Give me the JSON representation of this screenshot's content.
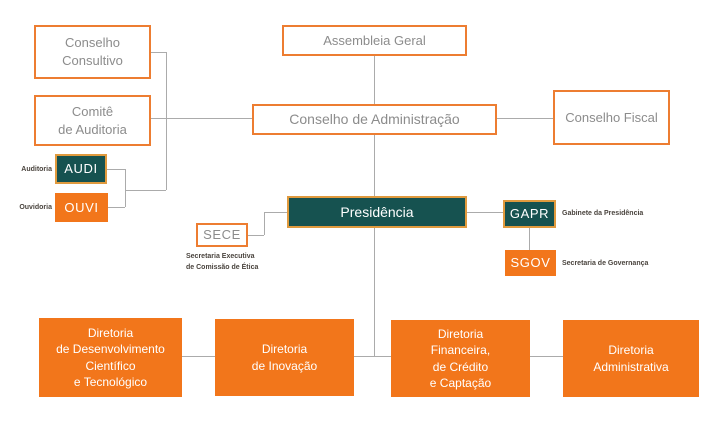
{
  "colors": {
    "orange": "#ED7D31",
    "orange_fill": "#F2761B",
    "teal": "#165250",
    "teal_border": "#E09A3E",
    "line": "#ABABAB",
    "gray_text": "#8C8C8C",
    "label_text": "#4A443E"
  },
  "nodes": {
    "conselho_consultivo": {
      "label": "Conselho\nConsultivo"
    },
    "comite_auditoria": {
      "label": "Comitê\nde Auditoria"
    },
    "assembleia_geral": {
      "label": "Assembleia Geral"
    },
    "conselho_administracao": {
      "label": "Conselho de Administração"
    },
    "conselho_fiscal": {
      "label": "Conselho Fiscal"
    },
    "audi": {
      "label": "AUDI"
    },
    "ouvi": {
      "label": "OUVI"
    },
    "presidencia": {
      "label": "Presidência"
    },
    "sece": {
      "label": "SECE"
    },
    "gapr": {
      "label": "GAPR"
    },
    "sgov": {
      "label": "SGOV"
    },
    "diretoria_desenvolvimento": {
      "label": "Diretoria\nde Desenvolvimento\nCientífico\ne Tecnológico"
    },
    "diretoria_inovacao": {
      "label": "Diretoria\nde Inovação"
    },
    "diretoria_financeira": {
      "label": "Diretoria\nFinanceira,\nde Crédito\ne Captação"
    },
    "diretoria_administrativa": {
      "label": "Diretoria\nAdministrativa"
    }
  },
  "annotations": {
    "auditoria": "Auditoria",
    "ouvidoria": "Ouvidoria",
    "gabinete_presidencia": "Gabinete da Presidência",
    "secretaria_governanca": "Secretaria de Governança",
    "sece_descricao": "Secretaria Executiva\nde Comissão de Ética"
  }
}
